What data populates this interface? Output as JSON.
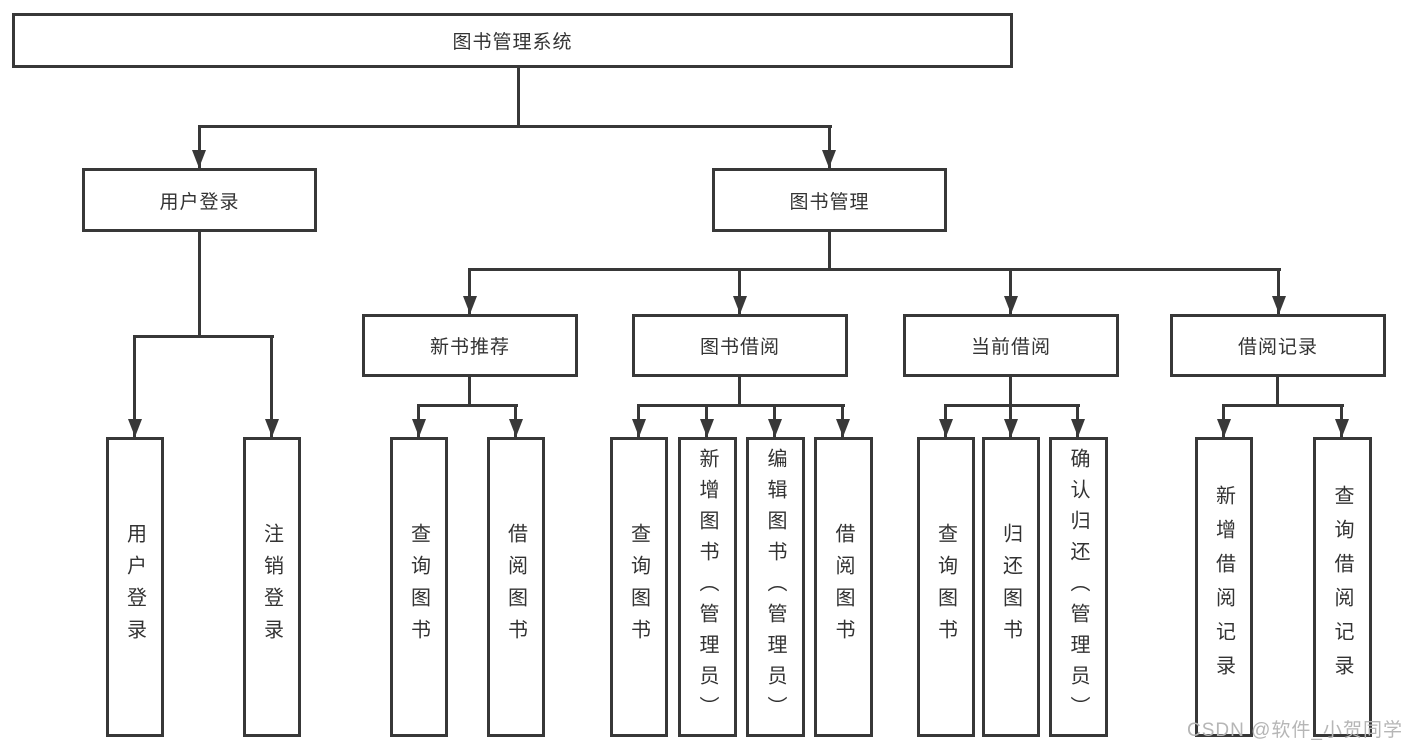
{
  "diagram": {
    "title": "图书管理系统",
    "nodes": {
      "root": "图书管理系统",
      "user_login": "用户登录",
      "book_mgmt": "图书管理",
      "new_books": "新书推荐",
      "book_borrow": "图书借阅",
      "current_borrow": "当前借阅",
      "borrow_records": "借阅记录",
      "leaf_user_login": "用户登录",
      "leaf_logout": "注销登录",
      "leaf_nb_query": "查询图书",
      "leaf_nb_borrow": "借阅图书",
      "leaf_bb_query": "查询图书",
      "leaf_bb_add": "新增图书（管理员）",
      "leaf_bb_edit": "编辑图书（管理员）",
      "leaf_bb_borrow": "借阅图书",
      "leaf_cb_query": "查询图书",
      "leaf_cb_return": "归还图书",
      "leaf_cb_confirm": "确认归还（管理员）",
      "leaf_br_add": "新增借阅记录",
      "leaf_br_query": "查询借阅记录"
    },
    "hierarchy": {
      "图书管理系统": {
        "用户登录": [
          "用户登录",
          "注销登录"
        ],
        "图书管理": {
          "新书推荐": [
            "查询图书",
            "借阅图书"
          ],
          "图书借阅": [
            "查询图书",
            "新增图书（管理员）",
            "编辑图书（管理员）",
            "借阅图书"
          ],
          "当前借阅": [
            "查询图书",
            "归还图书",
            "确认归还（管理员）"
          ],
          "借阅记录": [
            "新增借阅记录",
            "查询借阅记录"
          ]
        }
      }
    },
    "watermark": "CSDN @软件_小贺同学",
    "colors": {
      "line": "#383838",
      "text": "#333333",
      "box_background": "#ffffff",
      "page_background": "#ffffff",
      "watermark": "#b6b6b6"
    }
  }
}
